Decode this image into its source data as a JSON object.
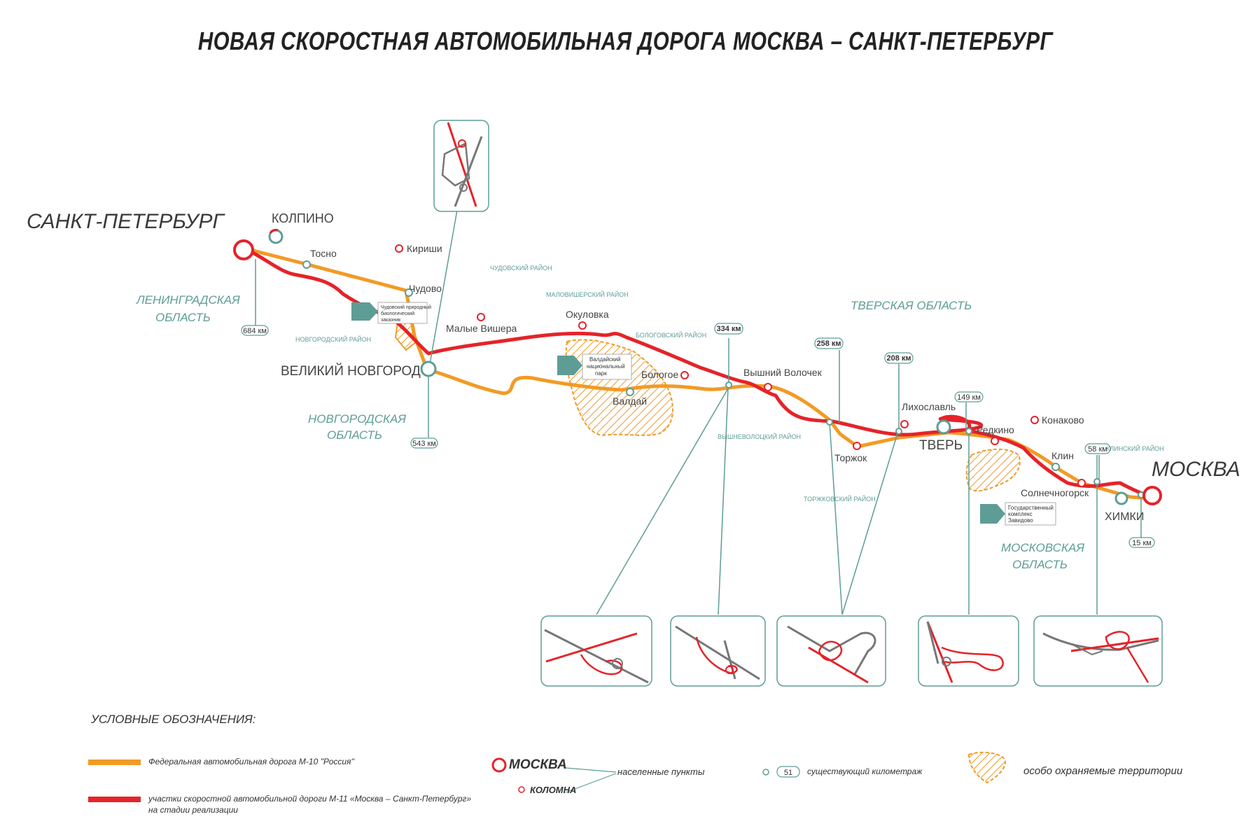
{
  "title": "НОВАЯ СКОРОСТНАЯ АВТОМОБИЛЬНАЯ ДОРОГА МОСКВА – САНКТ-ПЕТЕРБУРГ",
  "colors": {
    "m10": "#f39a25",
    "m11": "#e52329",
    "teal": "#5e9d96",
    "gray": "#707070",
    "hatch": "#f39a25"
  },
  "cities_major": [
    {
      "id": "spb",
      "label": "САНКТ-ПЕТЕРБУРГ"
    },
    {
      "id": "moscow",
      "label": "МОСКВА"
    }
  ],
  "cities_large": [
    {
      "id": "kolpino",
      "label": "КОЛПИНО"
    },
    {
      "id": "novgorod",
      "label": "ВЕЛИКИЙ НОВГОРОД"
    },
    {
      "id": "tver",
      "label": "ТВЕРЬ"
    },
    {
      "id": "khimki",
      "label": "ХИМКИ"
    }
  ],
  "towns": [
    {
      "id": "tosno",
      "label": "Тосно"
    },
    {
      "id": "kirishi",
      "label": "Кириши"
    },
    {
      "id": "chudovo",
      "label": "Чудово"
    },
    {
      "id": "m_vishera",
      "label": "Малые Вишера"
    },
    {
      "id": "okulovka",
      "label": "Окуловка"
    },
    {
      "id": "valdai",
      "label": "Валдай"
    },
    {
      "id": "bologoe",
      "label": "Бологое"
    },
    {
      "id": "v_volochek",
      "label": "Вышний Волочек"
    },
    {
      "id": "torzhok",
      "label": "Торжок"
    },
    {
      "id": "likhoslavl",
      "label": "Лихославль"
    },
    {
      "id": "redkino",
      "label": "Редкино"
    },
    {
      "id": "konakovo",
      "label": "Конаково"
    },
    {
      "id": "klin",
      "label": "Клин"
    },
    {
      "id": "solnechnogorsk",
      "label": "Солнечногорск"
    }
  ],
  "regions": [
    {
      "id": "len",
      "line1": "ЛЕНИНГРАДСКАЯ",
      "line2": "ОБЛАСТЬ"
    },
    {
      "id": "nov",
      "line1": "НОВГОРОДСКАЯ",
      "line2": "ОБЛАСТЬ"
    },
    {
      "id": "tver_obl",
      "line1": "ТВЕРСКАЯ  ОБЛАСТЬ",
      "line2": ""
    },
    {
      "id": "mos",
      "line1": "МОСКОВСКАЯ",
      "line2": "ОБЛАСТЬ"
    }
  ],
  "districts": [
    {
      "id": "chud",
      "label": "ЧУДОВСКИЙ РАЙОН"
    },
    {
      "id": "malov",
      "label": "МАЛОВИШЕРСКИЙ РАЙОН"
    },
    {
      "id": "bolog",
      "label": "БОЛОГОВСКИЙ РАЙОН"
    },
    {
      "id": "novg",
      "label": "НОВГОРОДСКИЙ РАЙОН"
    },
    {
      "id": "vyshn",
      "label": "ВЫШНЕВОЛОЦКИЙ РАЙОН"
    },
    {
      "id": "torzh",
      "label": "ТОРЖКОВСКИЙ РАЙОН"
    },
    {
      "id": "klinsk",
      "label": "КЛИНСКИЙ РАЙОН"
    }
  ],
  "km_markers": [
    {
      "id": "km684",
      "label": "684 км"
    },
    {
      "id": "km543",
      "label": "543 км"
    },
    {
      "id": "km334",
      "label": "334 км"
    },
    {
      "id": "km258",
      "label": "258 км"
    },
    {
      "id": "km208",
      "label": "208 км"
    },
    {
      "id": "km149",
      "label": "149 км"
    },
    {
      "id": "km58",
      "label": "58 км"
    },
    {
      "id": "km15",
      "label": "15 км"
    }
  ],
  "protected_areas": [
    {
      "id": "chudovo_res",
      "lines": [
        "Чудовский природный",
        "биологический",
        "заказник"
      ]
    },
    {
      "id": "valdai_park",
      "lines": [
        "Валдайский",
        "национальный",
        "парк"
      ]
    },
    {
      "id": "zavidovo",
      "lines": [
        "Государственный",
        "комплекс",
        "Завидово"
      ]
    }
  ],
  "legend": {
    "title": "УСЛОВНЫЕ ОБОЗНАЧЕНИЯ:",
    "m10": "Федеральная автомобильная дорога М-10 \"Россия\"",
    "m11_line1": "участки скоростной автомобильной дороги М-11 «Москва – Санкт-Петербург»",
    "m11_line2": "на стадии реализации",
    "city_big": "МОСКВА",
    "city_small": "КОЛОМНА",
    "settlements": "населенные пункты",
    "km_sample": "51",
    "km_text": "существующий километраж",
    "protected": "особо охраняемые территории"
  }
}
